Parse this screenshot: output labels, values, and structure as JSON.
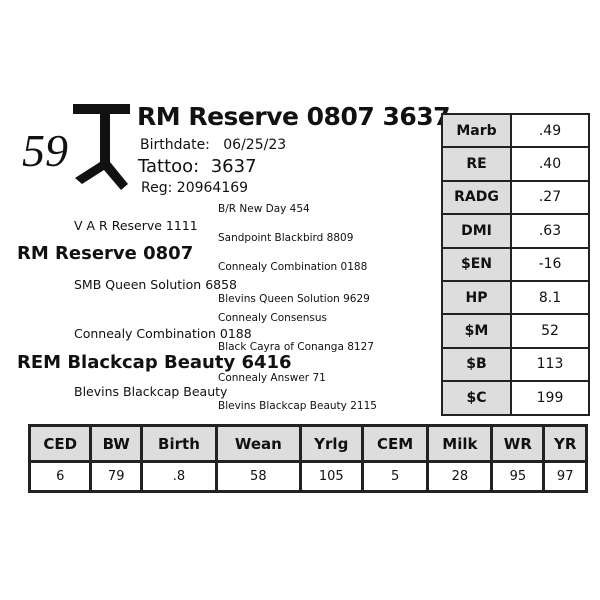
{
  "lot_number": "59",
  "animal": {
    "name": "RM Reserve 0807 3637",
    "birthdate_label": "Birthdate:",
    "birthdate": "06/25/23",
    "tattoo_label": "Tattoo:",
    "tattoo": "3637",
    "reg_label": "Reg:",
    "reg": "20964169"
  },
  "pedigree": {
    "sire": "RM Reserve 0807",
    "sire_sire": "V A R Reserve 1111",
    "sire_sire_sire": "B/R New Day 454",
    "sire_sire_dam": "Sandpoint Blackbird 8809",
    "sire_dam": "SMB Queen Solution 6858",
    "sire_dam_sire": "Connealy Combination 0188",
    "sire_dam_dam": "Blevins Queen Solution 9629",
    "dam": "REM Blackcap Beauty 6416",
    "dam_sire": "Connealy Combination 0188",
    "dam_sire_sire": "Connealy Consensus",
    "dam_sire_dam": "Black Cayra of Conanga 8127",
    "dam_dam": "Blevins Blackcap Beauty",
    "dam_dam_sire": "Connealy Answer 71",
    "dam_dam_dam": "Blevins Blackcap Beauty 2115"
  },
  "indexes": [
    {
      "label": "Marb",
      "value": ".49"
    },
    {
      "label": "RE",
      "value": ".40"
    },
    {
      "label": "RADG",
      "value": ".27"
    },
    {
      "label": "DMI",
      "value": ".63"
    },
    {
      "label": "$EN",
      "value": "-16"
    },
    {
      "label": "HP",
      "value": "8.1"
    },
    {
      "label": "$M",
      "value": "52"
    },
    {
      "label": "$B",
      "value": "113"
    },
    {
      "label": "$C",
      "value": "199"
    }
  ],
  "epds": {
    "headers": [
      "CED",
      "BW",
      "Birth",
      "Wean",
      "Yrlg",
      "CEM",
      "Milk",
      "WR",
      "YR"
    ],
    "values": [
      "6",
      "79",
      ".8",
      "58",
      "105",
      "5",
      "28",
      "95",
      "97"
    ]
  }
}
